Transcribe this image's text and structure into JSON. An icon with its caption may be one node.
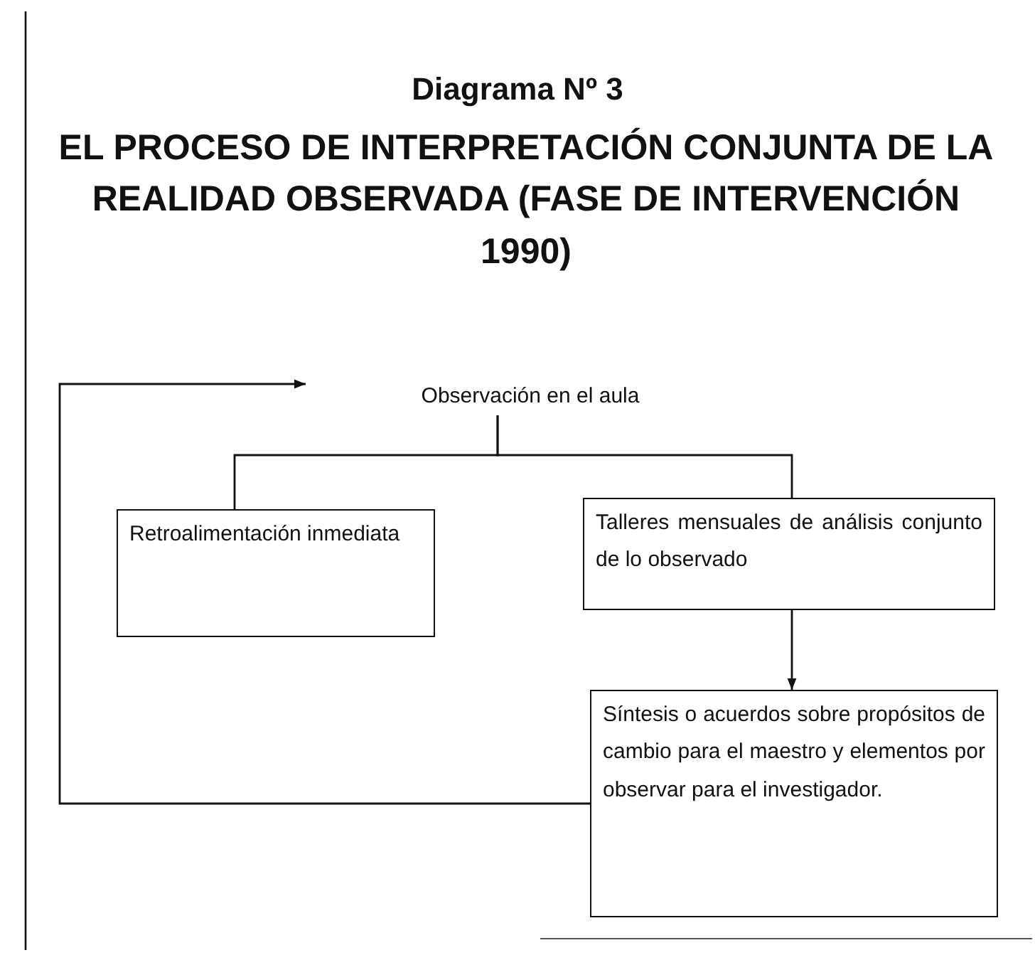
{
  "diagram": {
    "title": "EL PROCESO DE INTERPRETACIÓN CONJUNTA DE LA REALIDAD OBSERVADA (FASE DE INTERVENCIÓN 1990)",
    "nodes": [
      {
        "text": [
          "Observación en el aula"
        ]
      },
      {
        "text": [
          "Retroalimentación inmediata"
        ]
      },
      {
        "text": [
          "Talleres mensuales de análisis conjunto de lo observado"
        ]
      },
      {
        "text": [
          "Síntesis o acuerdos sobre propósitos de cambio para el maestro y elementos por observar para el investigador."
        ]
      }
    ],
    "edges": [
      {
        "from": 0,
        "to": 1,
        "arrow": "none"
      },
      {
        "from": 0,
        "to": 2,
        "arrow": "none"
      },
      {
        "from": 2,
        "to": 3,
        "arrow": "to"
      },
      {
        "from": 3,
        "to": 0,
        "arrow": "to"
      }
    ],
    "labels": [
      "Diagrama Nº 3"
    ]
  }
}
